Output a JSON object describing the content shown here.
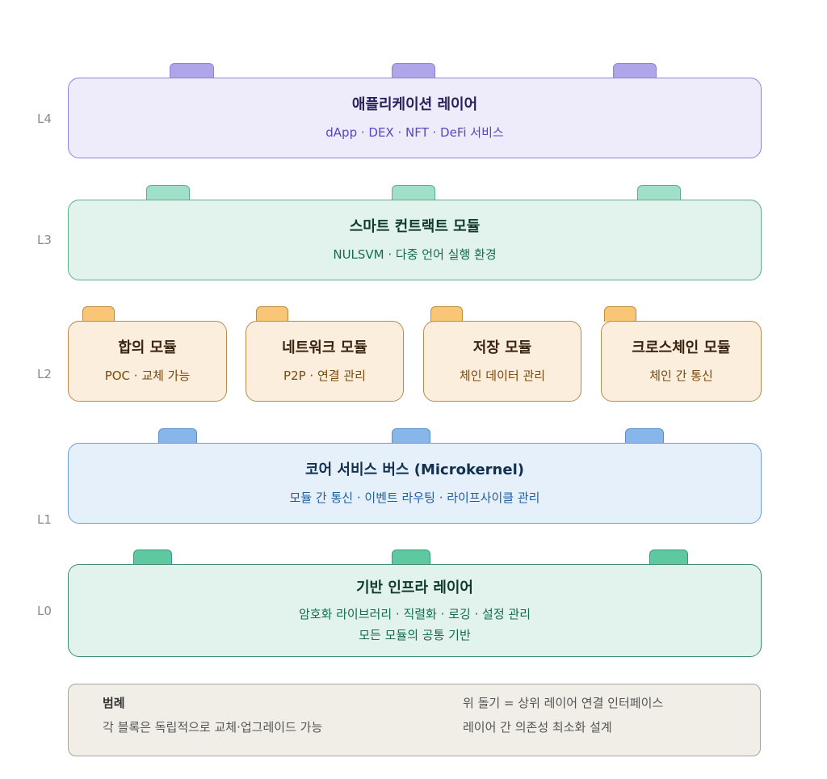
{
  "levels": [
    "L4",
    "L3",
    "L2",
    "L1",
    "L0"
  ],
  "l4": {
    "title": "애플리케이션 레이어",
    "subtitle": "dApp · DEX · NFT · DeFi 서비스"
  },
  "l3": {
    "title": "스마트 컨트랙트 모듈",
    "subtitle": "NULSVM · 다중 언어 실행 환경"
  },
  "l2": [
    {
      "title": "합의 모듈",
      "subtitle": "POC · 교체 가능"
    },
    {
      "title": "네트워크 모듈",
      "subtitle": "P2P · 연결 관리"
    },
    {
      "title": "저장 모듈",
      "subtitle": "체인 데이터 관리"
    },
    {
      "title": "크로스체인 모듈",
      "subtitle": "체인 간 통신"
    }
  ],
  "l1": {
    "title": "코어 서비스 버스 (Microkernel)",
    "subtitle": "모듈 간 통신 · 이벤트 라우팅 · 라이프사이클 관리"
  },
  "l0": {
    "title": "기반 인프라 레이어",
    "subtitle": "암호화 라이브러리 · 직렬화 · 로깅 · 설정 관리",
    "subtitle2": "모든 모듈의 공통 기반"
  },
  "legend": {
    "title": "범례",
    "line1": "각 블록은 독립적으로 교체·업그레이드 가능",
    "line2": "위 돌기 = 상위 레이어 연결 인터페이스",
    "line3": "레이어 간 의존성 최소화 설계"
  }
}
